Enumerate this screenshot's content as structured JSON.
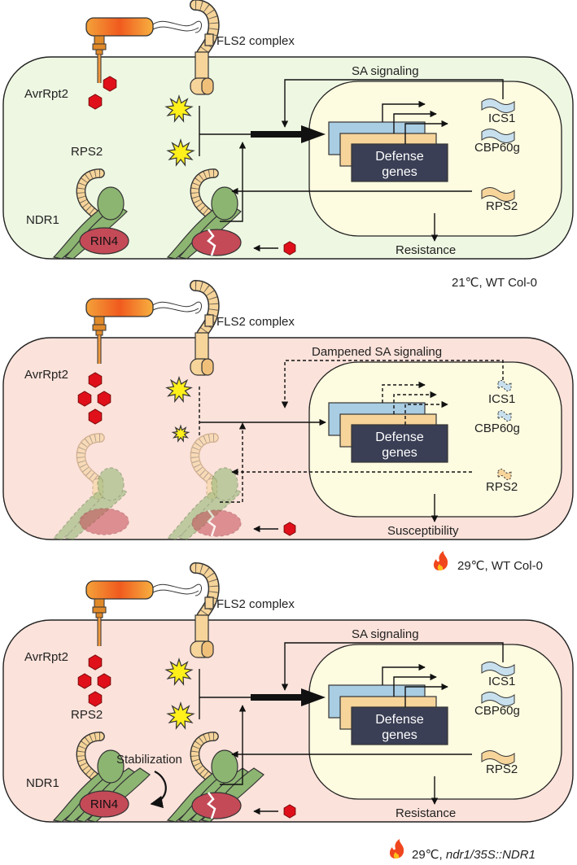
{
  "panels": [
    {
      "fls2_label": "FLS2 complex",
      "signaling_label": "SA signaling",
      "effector_label": "AvrRpt2",
      "rps2_receptor_label": "RPS2",
      "ndr1_label": "NDR1",
      "rin4_label": "RIN4",
      "defense_genes": [
        "Defense",
        "genes"
      ],
      "transcripts": [
        "ICS1",
        "CBP60g",
        "RPS2"
      ],
      "outcome_label": "Resistance",
      "condition": "21℃, WT Col-0"
    },
    {
      "fls2_label": "FLS2 complex",
      "signaling_label": "Dampened SA signaling",
      "effector_label": "AvrRpt2",
      "defense_genes": [
        "Defense",
        "genes"
      ],
      "transcripts": [
        "ICS1",
        "CBP60g",
        "RPS2"
      ],
      "outcome_label": "Susceptibility",
      "condition": "29℃, WT Col-0"
    },
    {
      "fls2_label": "FLS2 complex",
      "signaling_label": "SA signaling",
      "effector_label": "AvrRpt2",
      "rps2_receptor_label": "RPS2",
      "ndr1_label": "NDR1",
      "rin4_label": "RIN4",
      "stabilization_label": "Stabilization",
      "defense_genes": [
        "Defense",
        "genes"
      ],
      "transcripts": [
        "ICS1",
        "CBP60g",
        "RPS2"
      ],
      "outcome_label": "Resistance",
      "condition_prefix": "29℃, ",
      "condition_genotype": "ndr1/35S::NDR1"
    }
  ],
  "colors": {
    "cell_normal": "#eef7e2",
    "cell_heat": "#fbe2da",
    "nucleus": "#fdfbe0",
    "gene_dark": "#3a3f55",
    "gene_peach": "#f6d49a",
    "gene_blue": "#a9cde3",
    "rps2_tan": "#f6d49a",
    "ndr1_green": "#8db572",
    "rin4_red": "#c44a57",
    "effector_red": "#e0101a",
    "burst_yellow": "#ffef1a",
    "syringe_orange": "#f29a2e",
    "flame": "#f0461e"
  }
}
